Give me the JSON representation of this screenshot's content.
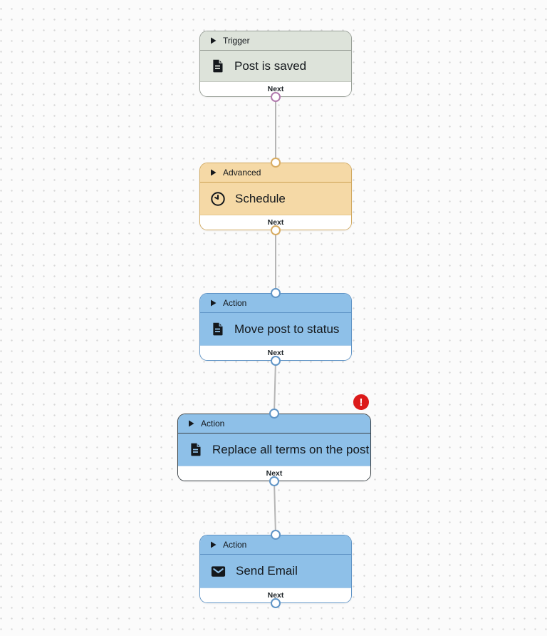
{
  "canvas": {
    "kind": "workflow-editor-canvas",
    "grid": "dotted"
  },
  "palette": {
    "canvas_background": "#fbfbfb",
    "grid_dot": "#d7d7d7",
    "connector": "#b5b5b5",
    "trigger_fill": "#dde3da",
    "trigger_border": "#99a098",
    "trigger_output_port": "#b179ae",
    "advanced_fill": "#f5d9a6",
    "advanced_border": "#d2a95f",
    "advanced_port": "#d8ac62",
    "action_fill": "#8ec0e8",
    "action_border": "#5f94c6",
    "action_port": "#5f94c6",
    "selected_node_border": "#3d4449",
    "error_badge": "#dc1a1a",
    "footer_fill": "#ffffff",
    "text": "#14181c"
  },
  "nodes": [
    {
      "kind_label": "Trigger",
      "title": "Post is saved",
      "footer_label": "Next",
      "icon": "document-icon",
      "category": "trigger"
    },
    {
      "kind_label": "Advanced",
      "title": "Schedule",
      "footer_label": "Next",
      "icon": "clock-icon",
      "category": "advanced"
    },
    {
      "kind_label": "Action",
      "title": "Move post to status",
      "footer_label": "Next",
      "icon": "document-icon",
      "category": "action"
    },
    {
      "kind_label": "Action",
      "title": "Replace all terms on the post",
      "footer_label": "Next",
      "icon": "document-icon",
      "category": "action",
      "selected": true,
      "has_error": true
    },
    {
      "kind_label": "Action",
      "title": "Send Email",
      "footer_label": "Next",
      "icon": "mail-icon",
      "category": "action"
    }
  ],
  "error_badge": {
    "symbol": "!",
    "meaning": "node-has-error"
  }
}
